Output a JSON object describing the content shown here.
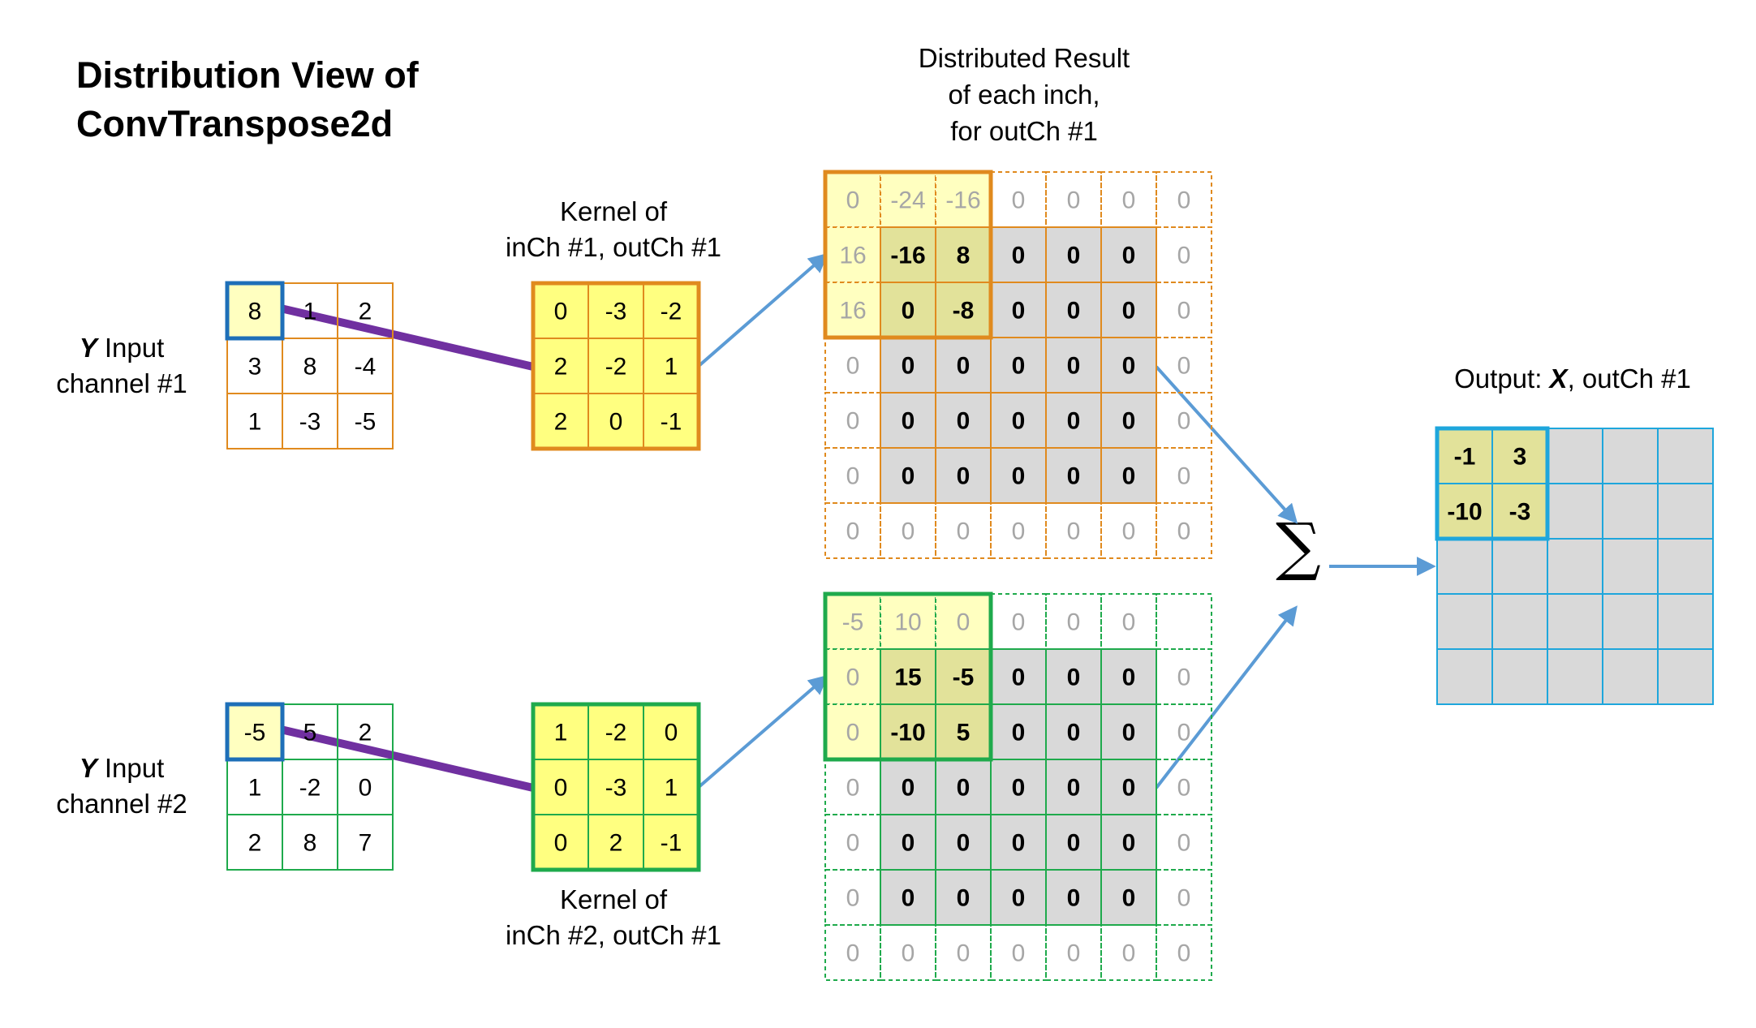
{
  "title": [
    "Distribution View of",
    "ConvTranspose2d"
  ],
  "labels": {
    "input1": [
      "Y",
      " Input",
      "channel #1"
    ],
    "input2": [
      "Y",
      " Input",
      "channel #2"
    ],
    "kernel1": [
      "Kernel of",
      "inCh #1, outCh #1"
    ],
    "kernel2": [
      "Kernel of",
      "inCh #2, outCh #1"
    ],
    "distributed": [
      "Distributed Result",
      "of each inch,",
      "for outCh #1"
    ],
    "output": [
      "Output: ",
      "X",
      ", outCh #1"
    ],
    "sum_symbol": "∑"
  },
  "colors": {
    "orange": "#E08A1E",
    "green": "#1FAA4C",
    "cyan": "#1EA6DC",
    "blue_highlight": "#1E6FB8",
    "purple": "#7030A0",
    "arrow": "#5B9BD5",
    "yellow": "#FFFF80",
    "olive": "#E2E29A",
    "pale_yellow": "#FFFFC0",
    "gray": "#D9D9D9"
  },
  "input1": [
    [
      "8",
      "1",
      "2"
    ],
    [
      "3",
      "8",
      "-4"
    ],
    [
      "1",
      "-3",
      "-5"
    ]
  ],
  "input2": [
    [
      "-5",
      "5",
      "2"
    ],
    [
      "1",
      "-2",
      "0"
    ],
    [
      "2",
      "8",
      "7"
    ]
  ],
  "kernel1": [
    [
      "0",
      "-3",
      "-2"
    ],
    [
      "2",
      "-2",
      "1"
    ],
    [
      "2",
      "0",
      "-1"
    ]
  ],
  "kernel2": [
    [
      "1",
      "-2",
      "0"
    ],
    [
      "0",
      "-3",
      "1"
    ],
    [
      "0",
      "2",
      "-1"
    ]
  ],
  "result1": [
    [
      "0",
      "-24",
      "-16",
      "0",
      "0",
      "0",
      "0"
    ],
    [
      "16",
      "-16",
      "8",
      "0",
      "0",
      "0",
      "0"
    ],
    [
      "16",
      "0",
      "-8",
      "0",
      "0",
      "0",
      "0"
    ],
    [
      "0",
      "0",
      "0",
      "0",
      "0",
      "0",
      "0"
    ],
    [
      "0",
      "0",
      "0",
      "0",
      "0",
      "0",
      "0"
    ],
    [
      "0",
      "0",
      "0",
      "0",
      "0",
      "0",
      "0"
    ],
    [
      "0",
      "0",
      "0",
      "0",
      "0",
      "0",
      "0"
    ]
  ],
  "result2": [
    [
      "-5",
      "10",
      "0",
      "0",
      "0",
      "0",
      ""
    ],
    [
      "0",
      "15",
      "-5",
      "0",
      "0",
      "0",
      "0"
    ],
    [
      "0",
      "-10",
      "5",
      "0",
      "0",
      "0",
      "0"
    ],
    [
      "0",
      "0",
      "0",
      "0",
      "0",
      "0",
      "0"
    ],
    [
      "0",
      "0",
      "0",
      "0",
      "0",
      "0",
      "0"
    ],
    [
      "0",
      "0",
      "0",
      "0",
      "0",
      "0",
      "0"
    ],
    [
      "0",
      "0",
      "0",
      "0",
      "0",
      "0",
      "0"
    ]
  ],
  "output": [
    [
      "-1",
      "3",
      "",
      "",
      ""
    ],
    [
      "-10",
      "-3",
      "",
      "",
      ""
    ],
    [
      "",
      "",
      "",
      "",
      ""
    ],
    [
      "",
      "",
      "",
      "",
      ""
    ],
    [
      "",
      "",
      "",
      "",
      ""
    ]
  ]
}
